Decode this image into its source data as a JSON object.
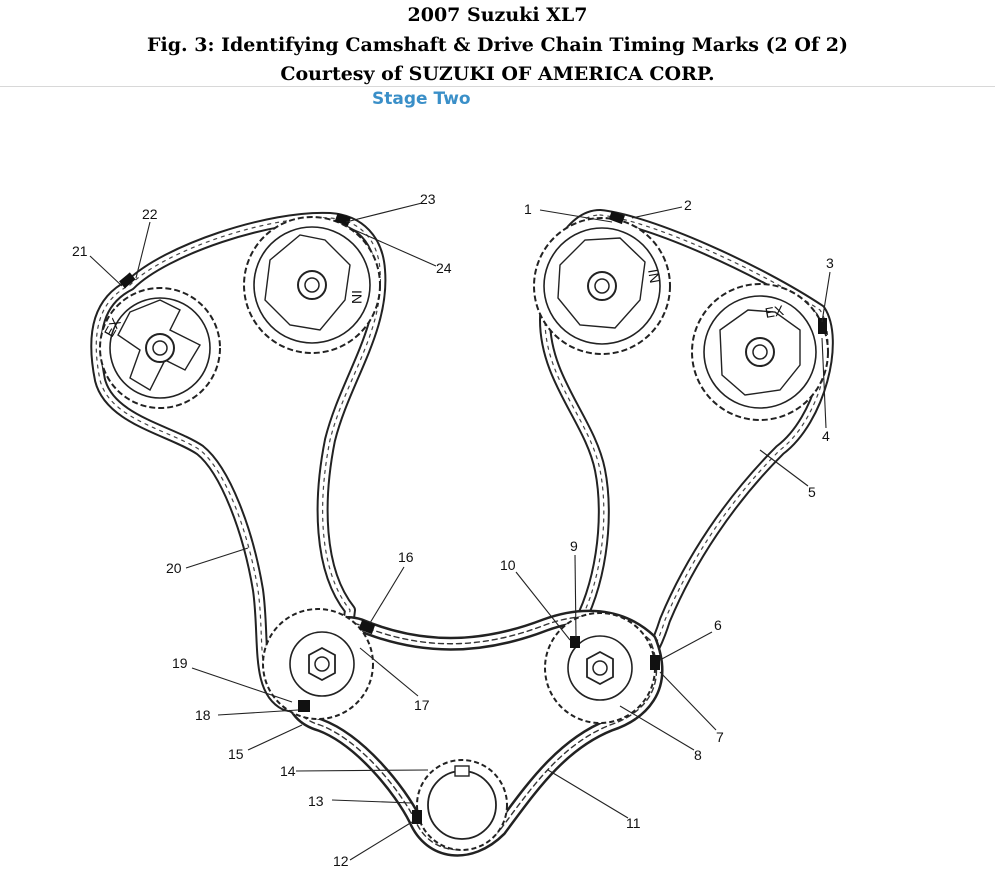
{
  "header": {
    "line1": "2007 Suzuki XL7",
    "line2": "Fig. 3: Identifying Camshaft & Drive Chain Timing Marks (2 Of 2)",
    "line3": "Courtesy of SUZUKI OF AMERICA CORP."
  },
  "diagram": {
    "stage_title": "Stage Two",
    "sprocket_marks": [
      "EX",
      "IN",
      "IN",
      "EX"
    ],
    "callouts": [
      "1",
      "2",
      "3",
      "4",
      "5",
      "6",
      "7",
      "8",
      "9",
      "10",
      "11",
      "12",
      "13",
      "14",
      "15",
      "16",
      "17",
      "18",
      "19",
      "20",
      "21",
      "22",
      "23",
      "24"
    ]
  },
  "colors": {
    "stage_title": "#3a8fc8",
    "line": "#222222"
  }
}
